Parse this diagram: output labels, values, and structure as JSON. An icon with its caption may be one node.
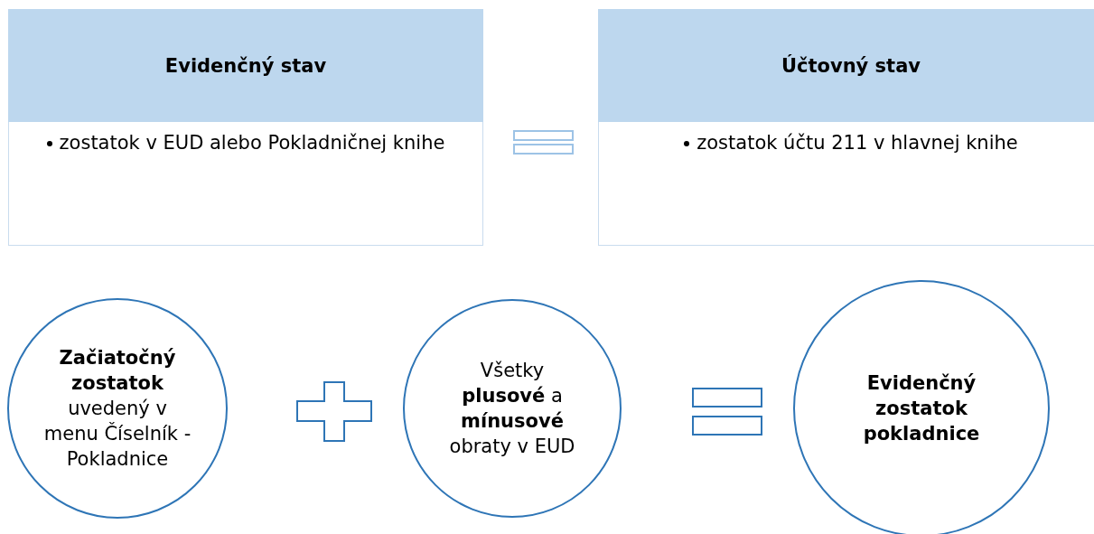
{
  "diagram": {
    "nodes": [
      {
        "text": [
          "Evidenčný stav",
          "zostatok v EUD alebo Pokladničnej knihe"
        ]
      },
      {
        "text": [
          "Účtovný stav",
          "zostatok účtu 211 v hlavnej knihe"
        ]
      },
      {
        "text": [
          "**Začiatočný zostatok** uvedený v menu Číselník - Pokladnice"
        ]
      },
      {
        "text": [
          "Všetky **plusové** a **mínusové** obraty v EUD"
        ]
      },
      {
        "text": [
          "Evidenčný zostatok pokladnice"
        ]
      }
    ]
  }
}
